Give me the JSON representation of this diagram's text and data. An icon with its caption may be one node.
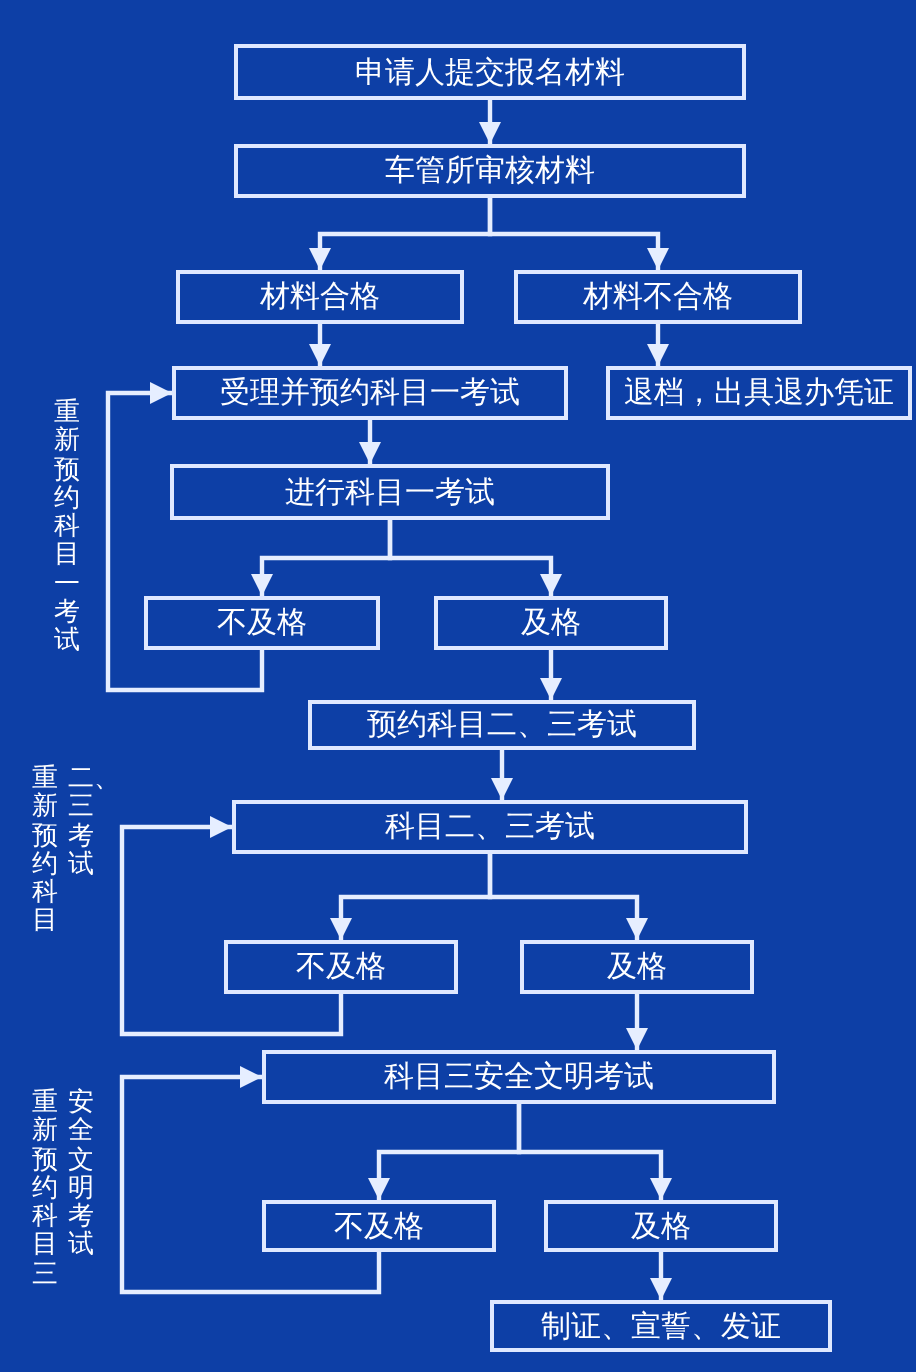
{
  "diagram": {
    "nodes": [
      {
        "text": [
          "申请人提交报名材料"
        ]
      },
      {
        "text": [
          "车管所审核材料"
        ]
      },
      {
        "text": [
          "材料合格"
        ]
      },
      {
        "text": [
          "材料不合格"
        ]
      },
      {
        "text": [
          "受理并预约科目一考试"
        ]
      },
      {
        "text": [
          "退档，出具退办凭证"
        ]
      },
      {
        "text": [
          "进行科目一考试"
        ]
      },
      {
        "text": [
          "不及格"
        ]
      },
      {
        "text": [
          "及格"
        ]
      },
      {
        "text": [
          "预约科目二、三考试"
        ]
      },
      {
        "text": [
          "科目二、三考试"
        ]
      },
      {
        "text": [
          "不及格"
        ]
      },
      {
        "text": [
          "及格"
        ]
      },
      {
        "text": [
          "科目三安全文明考试"
        ]
      },
      {
        "text": [
          "不及格"
        ]
      },
      {
        "text": [
          "及格"
        ]
      },
      {
        "text": [
          "制证、宣誓、发证"
        ]
      }
    ],
    "edges": [
      {
        "from": 0,
        "to": 1,
        "arrow": "to"
      },
      {
        "from": 1,
        "to": 2,
        "arrow": "to"
      },
      {
        "from": 1,
        "to": 3,
        "arrow": "to"
      },
      {
        "from": 2,
        "to": 4,
        "arrow": "to"
      },
      {
        "from": 3,
        "to": 5,
        "arrow": "to"
      },
      {
        "from": 4,
        "to": 6,
        "arrow": "to"
      },
      {
        "from": 6,
        "to": 7,
        "arrow": "to"
      },
      {
        "from": 6,
        "to": 8,
        "arrow": "to"
      },
      {
        "from": 7,
        "to": 4,
        "arrow": "to"
      },
      {
        "from": 8,
        "to": 9,
        "arrow": "to"
      },
      {
        "from": 9,
        "to": 10,
        "arrow": "to"
      },
      {
        "from": 10,
        "to": 11,
        "arrow": "to"
      },
      {
        "from": 10,
        "to": 12,
        "arrow": "to"
      },
      {
        "from": 11,
        "to": 10,
        "arrow": "to"
      },
      {
        "from": 12,
        "to": 13,
        "arrow": "to"
      },
      {
        "from": 13,
        "to": 14,
        "arrow": "to"
      },
      {
        "from": 13,
        "to": 15,
        "arrow": "to"
      },
      {
        "from": 14,
        "to": 13,
        "arrow": "to"
      },
      {
        "from": 15,
        "to": 16,
        "arrow": "to"
      }
    ],
    "labels": [
      "重新预约科目一考试",
      "重新预约科目",
      "二、三考试",
      "重新预约科目三",
      "安全文明考试"
    ]
  }
}
